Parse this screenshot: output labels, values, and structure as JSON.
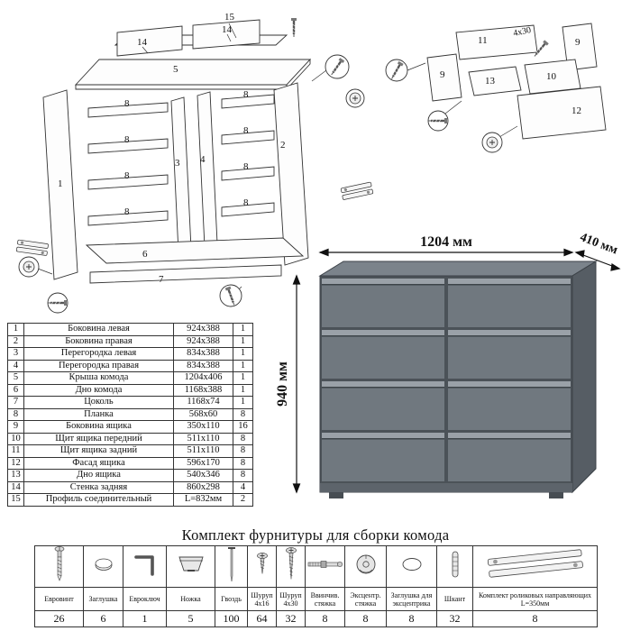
{
  "parts_table": {
    "rows": [
      {
        "num": "1",
        "name": "Боковина левая",
        "size": "924x388",
        "qty": "1"
      },
      {
        "num": "2",
        "name": "Боковина правая",
        "size": "924x388",
        "qty": "1"
      },
      {
        "num": "3",
        "name": "Перегородка левая",
        "size": "834x388",
        "qty": "1"
      },
      {
        "num": "4",
        "name": "Перегородка правая",
        "size": "834x388",
        "qty": "1"
      },
      {
        "num": "5",
        "name": "Крыша комода",
        "size": "1204x406",
        "qty": "1"
      },
      {
        "num": "6",
        "name": "Дно комода",
        "size": "1168x388",
        "qty": "1"
      },
      {
        "num": "7",
        "name": "Цоколь",
        "size": "1168x74",
        "qty": "1"
      },
      {
        "num": "8",
        "name": "Планка",
        "size": "568x60",
        "qty": "8"
      },
      {
        "num": "9",
        "name": "Боковина ящика",
        "size": "350x110",
        "qty": "16"
      },
      {
        "num": "10",
        "name": "Щит ящика передний",
        "size": "511x110",
        "qty": "8"
      },
      {
        "num": "11",
        "name": "Щит ящика задний",
        "size": "511x110",
        "qty": "8"
      },
      {
        "num": "12",
        "name": "Фасад ящика",
        "size": "596x170",
        "qty": "8"
      },
      {
        "num": "13",
        "name": "Дно ящика",
        "size": "540x346",
        "qty": "8"
      },
      {
        "num": "14",
        "name": "Стенка задняя",
        "size": "860x298",
        "qty": "4"
      },
      {
        "num": "15",
        "name": "Профиль соединительный",
        "size": "L=832мм",
        "qty": "2"
      }
    ]
  },
  "dresser": {
    "width_label": "1204 мм",
    "depth_label": "410 мм",
    "height_label": "940 мм",
    "body_color": "#70787f",
    "highlight_color": "#9aa1a8",
    "gap_color": "#3d4449",
    "top_color": "#7b838b",
    "side_color": "#565d64",
    "base_color": "#4b5258"
  },
  "diagram_left": {
    "labels": [
      "15",
      "14",
      "14",
      "5",
      "1",
      "3",
      "4",
      "2",
      "8",
      "8",
      "8",
      "8",
      "8",
      "8",
      "8",
      "8",
      "6",
      "7"
    ]
  },
  "diagram_right": {
    "labels": [
      "11",
      "9",
      "4x30",
      "9",
      "13",
      "10",
      "12"
    ]
  },
  "hardware": {
    "title": "Комплект фурнитуры для сборки комода",
    "items": [
      {
        "name": "Евровинт",
        "qty": "26",
        "icon": "confirmat-screw"
      },
      {
        "name": "Заглушка",
        "qty": "6",
        "icon": "plug-cap"
      },
      {
        "name": "Евроключ",
        "qty": "1",
        "icon": "hex-key"
      },
      {
        "name": "Ножка",
        "qty": "5",
        "icon": "leg"
      },
      {
        "name": "Гвоздь",
        "qty": "100",
        "icon": "nail"
      },
      {
        "name": "Шуруп 4x16",
        "qty": "64",
        "icon": "screw-4x16"
      },
      {
        "name": "Шуруп 4x30",
        "qty": "32",
        "icon": "screw-4x30"
      },
      {
        "name": "Ввинчив. стяжка",
        "qty": "8",
        "icon": "threaded-stud"
      },
      {
        "name": "Эксцентр. стяжка",
        "qty": "8",
        "icon": "cam-lock"
      },
      {
        "name": "Заглушка для эксцентрика",
        "qty": "8",
        "icon": "cam-cap"
      },
      {
        "name": "Шкант",
        "qty": "32",
        "icon": "wooden-dowel"
      },
      {
        "name": "Комплект роликовых направляющих L=350мм",
        "qty": "8",
        "icon": "roller-guides"
      }
    ]
  }
}
